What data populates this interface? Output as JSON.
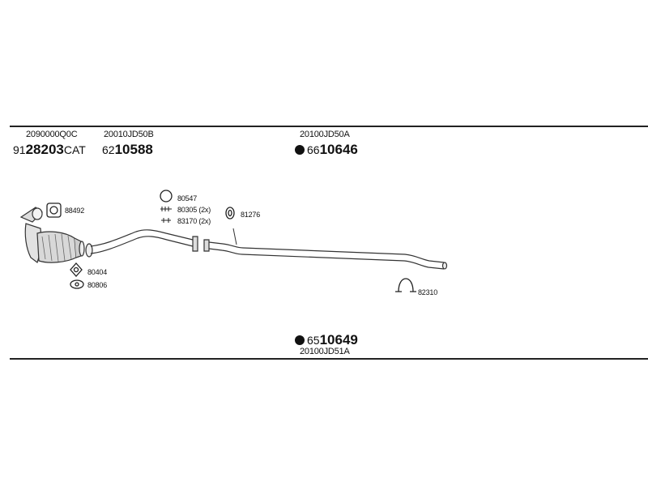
{
  "top_parts": [
    {
      "oe_code": "2090000Q0C",
      "prefix": "91",
      "number": "28203",
      "suffix": "CAT"
    },
    {
      "oe_code": "20010JD50B",
      "prefix": "62",
      "number": "10588",
      "suffix": ""
    },
    {
      "oe_code": "20100JD50A",
      "prefix": "66",
      "number": "10646",
      "suffix": ""
    }
  ],
  "bottom_part": {
    "oe_code": "20100JD51A",
    "prefix": "65",
    "number": "10649"
  },
  "accessories": {
    "gasket_a": "88492",
    "ring": "80547",
    "bolt": "80305 (2x)",
    "nut": "83170 (2x)",
    "seal": "81276",
    "gasket_b": "80404",
    "gasket_c": "80806",
    "clamp": "82310"
  }
}
